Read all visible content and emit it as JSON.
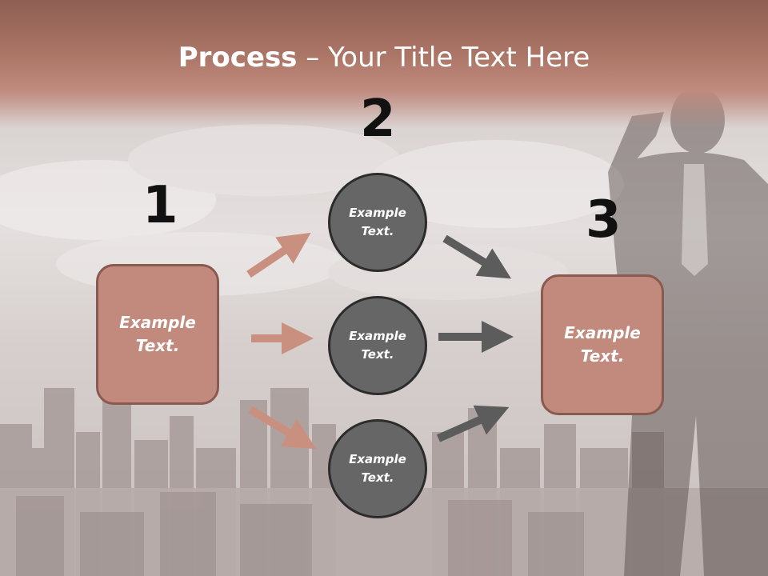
{
  "title": {
    "bold": "Process",
    "rest": " – Your Title Text Here"
  },
  "steps": [
    {
      "number": "1"
    },
    {
      "number": "2"
    },
    {
      "number": "3"
    }
  ],
  "left_box": {
    "text": "Example\nText."
  },
  "right_box": {
    "text": "Example\nText."
  },
  "circles": [
    {
      "text": "Example\nText."
    },
    {
      "text": "Example\nText."
    },
    {
      "text": "Example\nText."
    }
  ],
  "colors": {
    "accent": "#c18a7c",
    "accent_border": "#8a5a50",
    "circle": "#666666",
    "arrow_salmon": "#c9907f",
    "arrow_gray": "#5c5c5c"
  }
}
